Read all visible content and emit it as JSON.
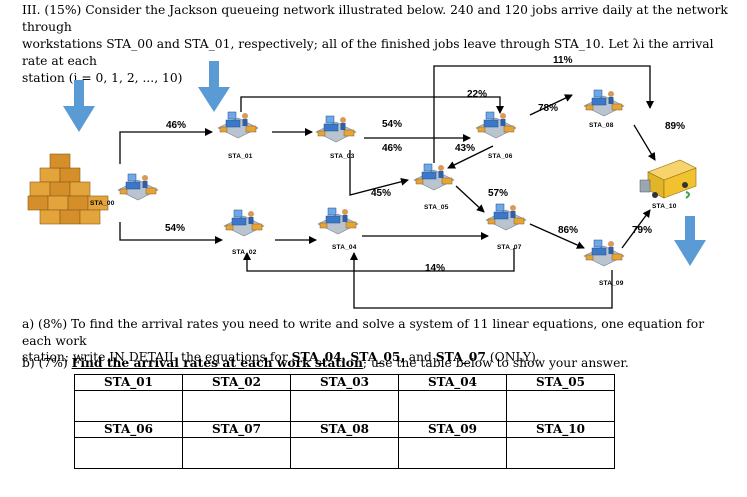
{
  "question": {
    "line1": "III. (15%) Consider the Jackson queueing network illustrated below. 240 and 120 jobs arrive daily at the network through",
    "line2": "workstations STA_00 and STA_01, respectively; all of the finished jobs leave through STA_10. Let λi the arrival rate at each",
    "line3": "station (i = 0, 1, 2, ..., 10)"
  },
  "network": {
    "stations": {
      "sta00": "STA_00",
      "sta01": "STA_01",
      "sta02": "STA_02",
      "sta03": "STA_03",
      "sta04": "STA_04",
      "sta05": "STA_05",
      "sta06": "STA_06",
      "sta07": "STA_07",
      "sta08": "STA_08",
      "sta09": "STA_09",
      "sta10": "STA_10"
    },
    "percentages": {
      "p00_01": "46%",
      "p00_02": "54%",
      "p01_03": "54%",
      "p03_06": "46%",
      "p01_06": "22%",
      "p06_08": "78%",
      "p06_05": "43%",
      "p04_06": "11%",
      "p08_10": "89%",
      "p03_05": "45%",
      "p05_07": "57%",
      "p07_09": "86%",
      "p09_10": "79%",
      "p09_04": "14%"
    }
  },
  "part_a": {
    "line1": "a) (8%) To find the arrival rates you need to write and solve a system of 11 linear equations, one equation for each work",
    "line2_prefix": "station; write IN DETAIL the equations for ",
    "line2_bold": "STA_04, STA_05,",
    "line2_and": " and ",
    "line2_bold2": "STA_07",
    "line2_suffix": " (ONLY)."
  },
  "part_b": {
    "prefix": "b) (7%) ",
    "bold": "Find the arrival rates at each work station",
    "suffix": "; use the table below to show your answer."
  },
  "table": {
    "row1": [
      "STA_01",
      "STA_02",
      "STA_03",
      "STA_04",
      "STA_05"
    ],
    "row2": [
      "STA_06",
      "STA_07",
      "STA_08",
      "STA_09",
      "STA_10"
    ]
  },
  "colors": {
    "arrival_arrow": "#5b9bd5",
    "box_orange": "#e3a43c",
    "desk_blue": "#3b78c8",
    "floor_grey": "#b9c4cf",
    "truck_yellow": "#f2c12e"
  }
}
